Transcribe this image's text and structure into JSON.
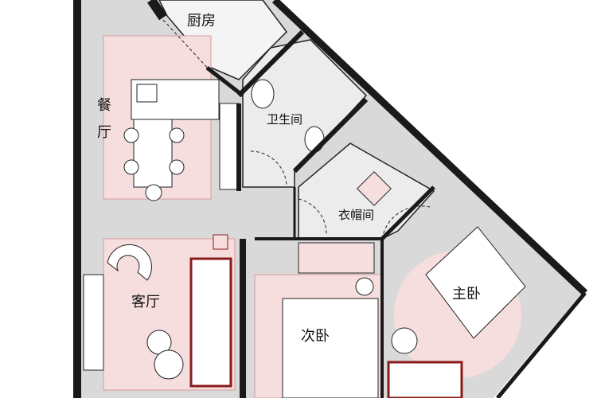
{
  "plan": {
    "rooms": {
      "kitchen": "厨房",
      "dining_1": "餐",
      "dining_2": "厅",
      "bathroom": "卫生间",
      "closet": "衣帽间",
      "living": "客厅",
      "second_bedroom": "次卧",
      "master_bedroom": "主卧"
    },
    "colors": {
      "floor": "#d9d9d9",
      "zone": "#f6dede",
      "zone_line": "#d89a9a",
      "wall": "#1a1a1a",
      "accent": "#8b1a1a"
    }
  }
}
